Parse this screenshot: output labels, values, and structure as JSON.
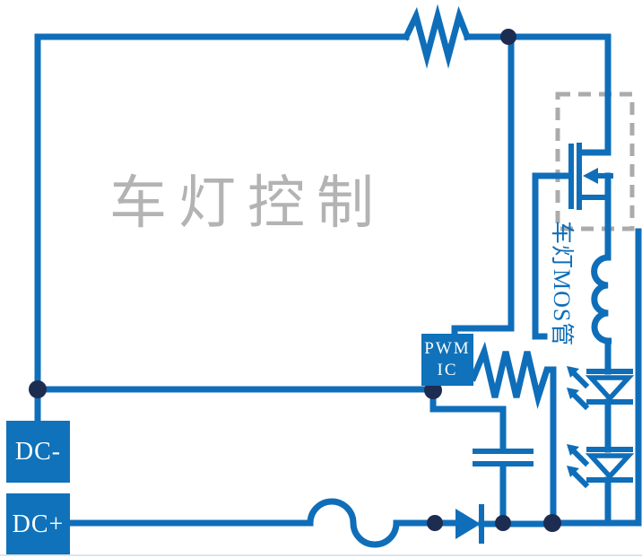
{
  "diagram": {
    "watermark": "车灯控制",
    "mos_label": "车灯MOS管",
    "terminals": {
      "dc_minus": "DC-",
      "dc_plus": "DC+"
    },
    "pwm_ic": {
      "line1": "PWM",
      "line2": "IC"
    }
  },
  "colors": {
    "wire": "#0f6eb9",
    "box": "#0f72ba",
    "junction": "#1d2d52",
    "dashed": "#ababab",
    "watermark": "#b3b3b3",
    "bg": "#ffffff",
    "edge": "#dde4ee"
  }
}
